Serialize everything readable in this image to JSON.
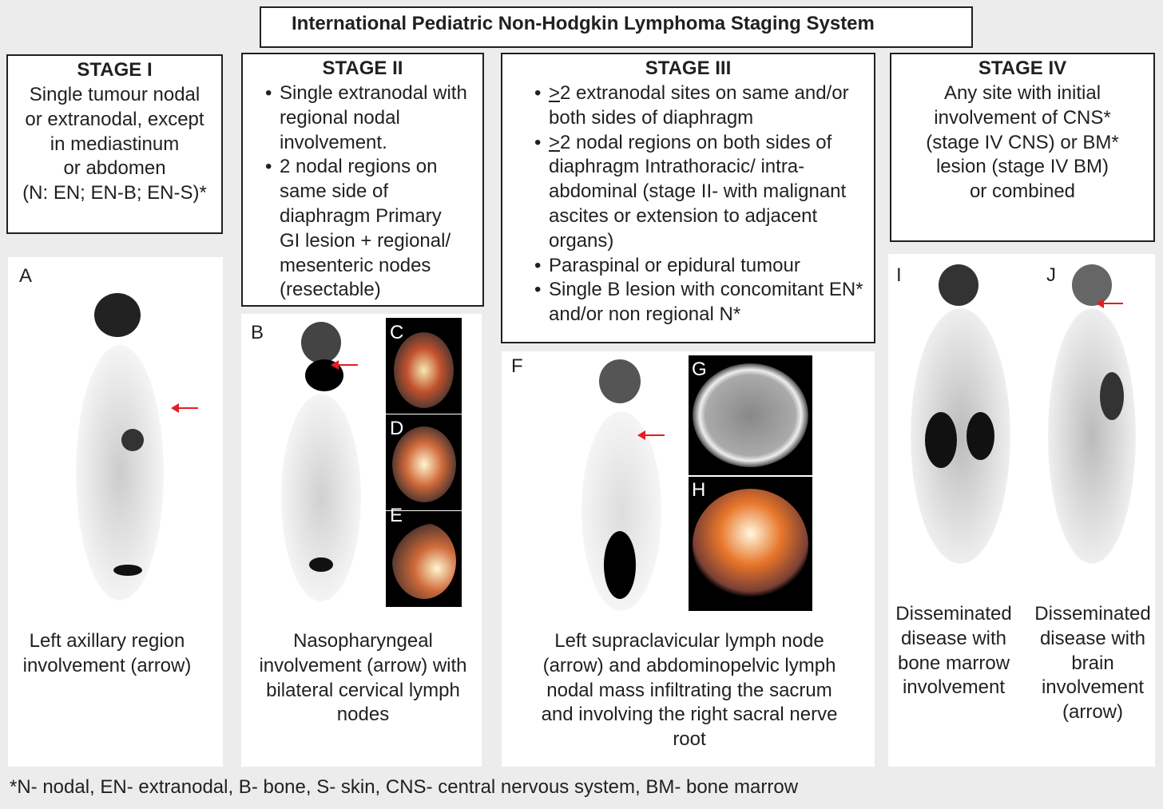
{
  "title": "International Pediatric Non-Hodgkin Lymphoma Staging System",
  "stages": [
    {
      "heading": "STAGE I",
      "lines": [
        "Single tumour nodal",
        "or extranodal, except",
        "in mediastinum",
        "or  abdomen",
        "(N: EN; EN-B; EN-S)*"
      ]
    },
    {
      "heading": "STAGE II",
      "bullets": [
        "Single extranodal with regional nodal involvement.",
        "2 nodal regions on same side of diaphragm Primary GI lesion + regional/ mesenteric nodes (resectable)"
      ]
    },
    {
      "heading": "STAGE III",
      "bullets": [
        {
          "prefix": ">",
          "rest": "2 extranodal sites on same and/or both sides of diaphragm"
        },
        {
          "prefix": ">",
          "rest": "2 nodal regions on both sides of diaphragm Intrathoracic/ intra-abdominal (stage II- with malignant ascites or extension to adjacent organs)"
        },
        {
          "prefix": "",
          "rest": "Paraspinal or epidural tumour"
        },
        {
          "prefix": "",
          "rest": "Single B lesion with concomitant EN* and/or non regional N*"
        }
      ]
    },
    {
      "heading": "STAGE IV",
      "lines": [
        "Any site with initial",
        "involvement of CNS*",
        "(stage IV CNS) or BM*",
        "lesion (stage IV BM)",
        "or combined"
      ]
    }
  ],
  "panel_labels": {
    "A": "A",
    "B": "B",
    "C": "C",
    "D": "D",
    "E": "E",
    "F": "F",
    "G": "G",
    "H": "H",
    "I": "I",
    "J": "J"
  },
  "captions": {
    "A": "Left axillary region involvement (arrow)",
    "B": "Nasopharyngeal involvement (arrow) with bilateral cervical lymph nodes",
    "F": "Left supraclavicular lymph node (arrow)  and abdominopelvic lymph nodal mass infiltrating the sacrum and involving the right sacral nerve root",
    "I": "Disseminated disease with bone marrow involvement",
    "J": "Disseminated disease with brain involvement (arrow)"
  },
  "footnote": "*N- nodal, EN- extranodal, B- bone, S- skin, CNS- central nervous system, BM- bone marrow",
  "colors": {
    "background": "#ececec",
    "arrow": "#e31e24",
    "text": "#231f20"
  }
}
